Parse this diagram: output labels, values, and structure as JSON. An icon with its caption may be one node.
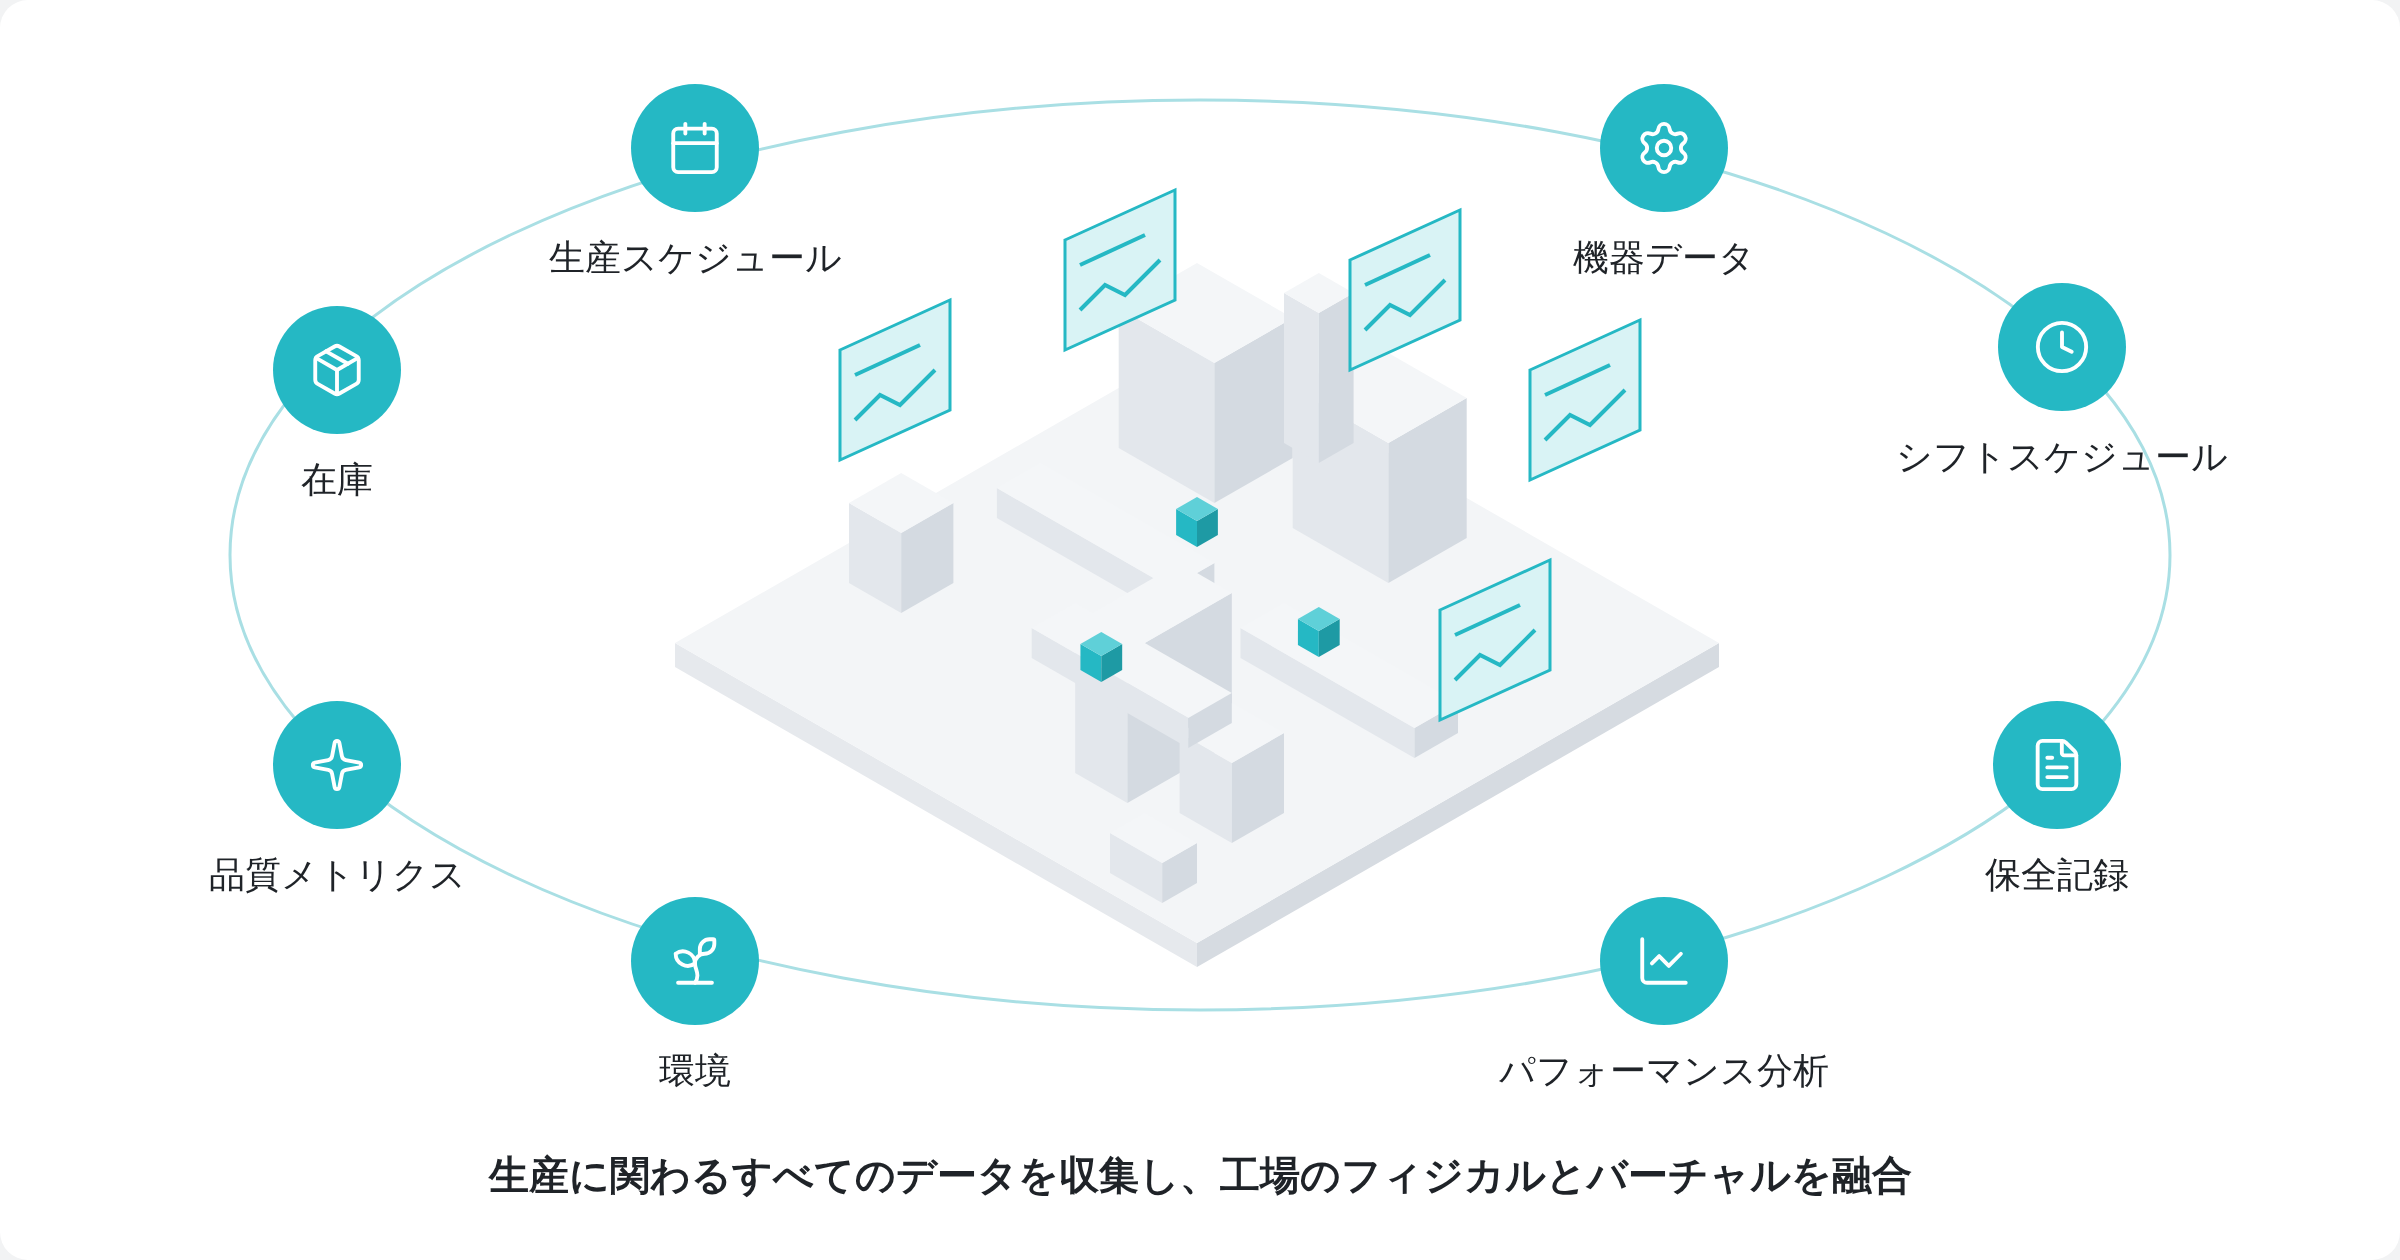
{
  "diagram": {
    "caption": "生産に関わるすべてのデータを収集し、工場のフィジカルとバーチャルを融合",
    "nodes": [
      {
        "text": [
          "生産スケジュール"
        ]
      },
      {
        "text": [
          "機器データ"
        ]
      },
      {
        "text": [
          "シフトスケジュール"
        ]
      },
      {
        "text": [
          "在庫"
        ]
      },
      {
        "text": [
          "品質メトリクス"
        ]
      },
      {
        "text": [
          "保全記録"
        ]
      },
      {
        "text": [
          "環境"
        ]
      },
      {
        "text": [
          "パフォーマンス分析"
        ]
      }
    ]
  }
}
